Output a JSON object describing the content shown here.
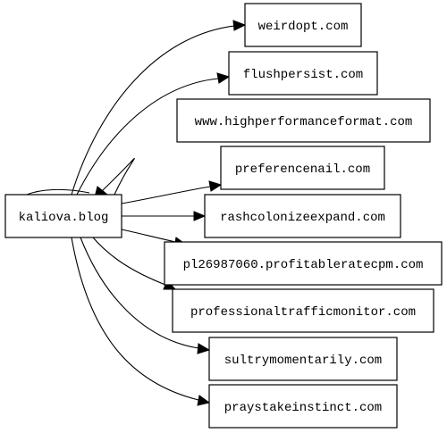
{
  "graph": {
    "source": {
      "id": "src",
      "label": "kaliova.blog"
    },
    "targets": [
      {
        "id": "t0",
        "label": "weirdopt.com"
      },
      {
        "id": "t1",
        "label": "flushpersist.com"
      },
      {
        "id": "t2",
        "label": "www.highperformanceformat.com"
      },
      {
        "id": "t3",
        "label": "preferencenail.com"
      },
      {
        "id": "t4",
        "label": "rashcolonizeexpand.com"
      },
      {
        "id": "t5",
        "label": "pl26987060.profitableratecpm.com"
      },
      {
        "id": "t6",
        "label": "professionaltrafficmonitor.com"
      },
      {
        "id": "t7",
        "label": "sultrymomentarily.com"
      },
      {
        "id": "t8",
        "label": "praystakeinstinct.com"
      }
    ],
    "edges": [
      {
        "from": "src",
        "to": "t0"
      },
      {
        "from": "src",
        "to": "t1"
      },
      {
        "from": "t2",
        "to": "src"
      },
      {
        "from": "src",
        "to": "t3"
      },
      {
        "from": "src",
        "to": "t4"
      },
      {
        "from": "src",
        "to": "t5"
      },
      {
        "from": "src",
        "to": "t6"
      },
      {
        "from": "src",
        "to": "t7"
      },
      {
        "from": "src",
        "to": "t8"
      }
    ]
  }
}
